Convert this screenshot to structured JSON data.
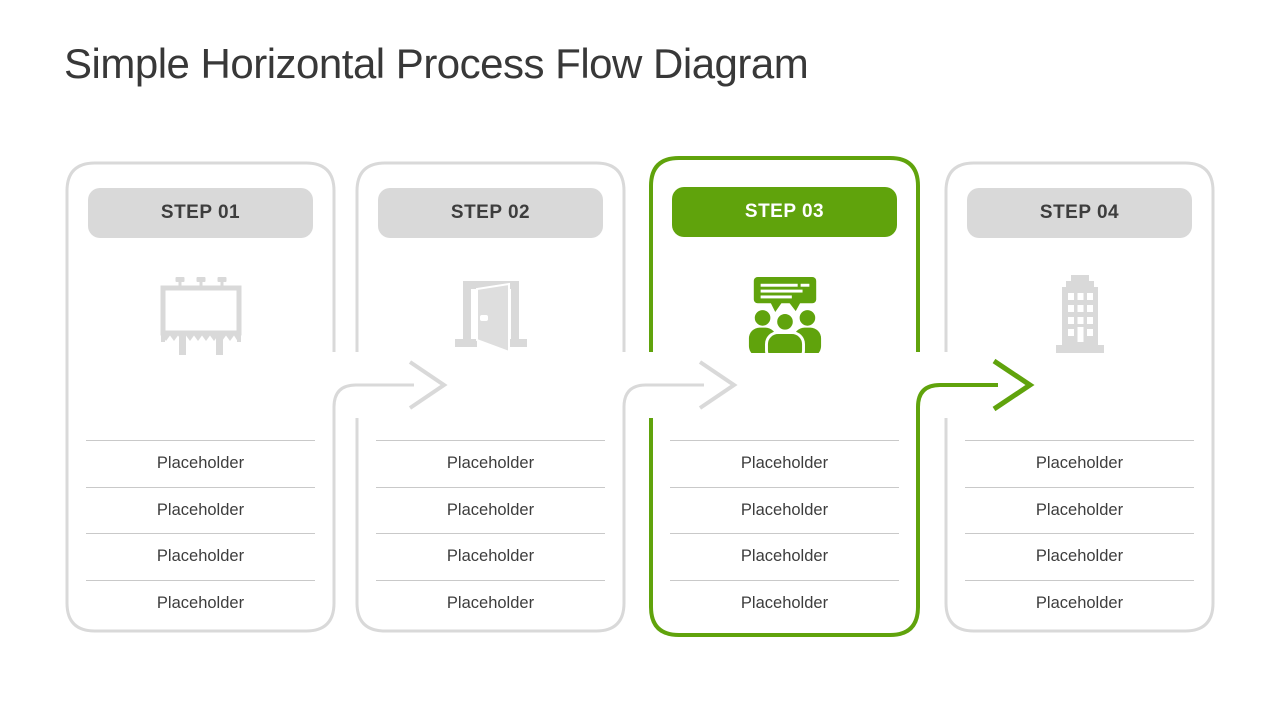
{
  "title": "Simple Horizontal Process Flow Diagram",
  "colors": {
    "accent": "#60a30c",
    "muted": "#d9d9d9",
    "line": "#c9c9c9",
    "text": "#3d3d3d"
  },
  "steps": [
    {
      "label": "STEP 01",
      "icon": "billboard-icon",
      "highlighted": false,
      "rows": [
        "Placeholder",
        "Placeholder",
        "Placeholder",
        "Placeholder"
      ]
    },
    {
      "label": "STEP 02",
      "icon": "open-door-icon",
      "highlighted": false,
      "rows": [
        "Placeholder",
        "Placeholder",
        "Placeholder",
        "Placeholder"
      ]
    },
    {
      "label": "STEP 03",
      "icon": "presentation-audience-icon",
      "highlighted": true,
      "rows": [
        "Placeholder",
        "Placeholder",
        "Placeholder",
        "Placeholder"
      ]
    },
    {
      "label": "STEP 04",
      "icon": "building-icon",
      "highlighted": false,
      "rows": [
        "Placeholder",
        "Placeholder",
        "Placeholder",
        "Placeholder"
      ]
    }
  ],
  "arrows": [
    {
      "from": "STEP 01",
      "to": "STEP 02",
      "accent": false
    },
    {
      "from": "STEP 02",
      "to": "STEP 03",
      "accent": false
    },
    {
      "from": "STEP 03",
      "to": "STEP 04",
      "accent": true
    }
  ]
}
